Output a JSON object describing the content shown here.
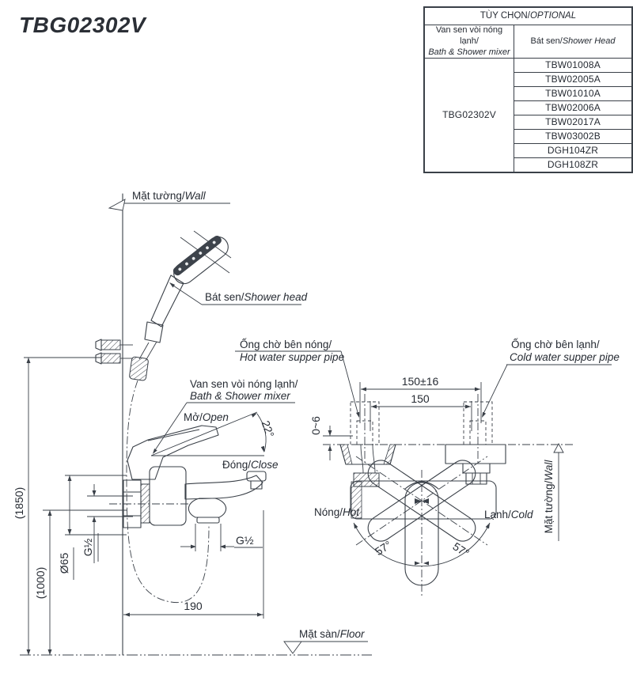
{
  "page": {
    "title": "TBG02302V"
  },
  "table": {
    "title": {
      "vi": "TÙY CHỌN/",
      "en": "OPTIONAL"
    },
    "col_mixer": {
      "vi": "Van sen vòi nóng lạnh/",
      "en": "Bath & Shower mixer"
    },
    "col_head": {
      "vi": "Bát sen/",
      "en": "Shower Head"
    },
    "mixer_code": "TBG02302V",
    "shower_heads": [
      "TBW01008A",
      "TBW02005A",
      "TBW01010A",
      "TBW02006A",
      "TBW02017A",
      "TBW03002B",
      "DGH104ZR",
      "DGH108ZR"
    ]
  },
  "labels": {
    "wall_left": {
      "vi": "Mặt tường/",
      "en": "Wall"
    },
    "shower_head": {
      "vi": "Bát sen/",
      "en": "Shower head"
    },
    "hot_pipe": {
      "vi": "Ống chờ bên nóng/",
      "en": "Hot water supper pipe"
    },
    "cold_pipe": {
      "vi": "Ống chờ bên lạnh/",
      "en": "Cold water supper pipe"
    },
    "mixer": {
      "vi": "Van sen vòi nóng lạnh/",
      "en": "Bath & Shower mixer"
    },
    "open": {
      "vi": "Mở/",
      "en": "Open"
    },
    "close": {
      "vi": "Đóng/",
      "en": "Close"
    },
    "hot": {
      "vi": "Nóng/",
      "en": "Hot"
    },
    "cold": {
      "vi": "Lạnh/",
      "en": "Cold"
    },
    "wall_right": {
      "vi": "Mặt tường/",
      "en": "Wall"
    },
    "floor": {
      "vi": "Mặt sàn/",
      "en": "Floor"
    }
  },
  "dims": {
    "h1850": "(1850)",
    "h1000": "(1000)",
    "dia65": "Ø65",
    "g_wall": "G½",
    "g_outlet": "G½",
    "depth190": "190",
    "span_tol": "150±16",
    "span": "150",
    "gap": "0~6",
    "open_angle": "22°",
    "swing_l": "57°",
    "swing_r": "57°"
  },
  "colors": {
    "line": "#3a4048",
    "text": "#262b33"
  }
}
